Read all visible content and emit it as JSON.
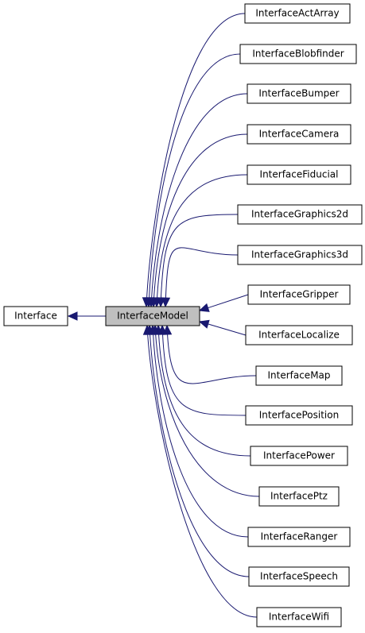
{
  "diagram": {
    "root": "Interface",
    "center": "InterfaceModel",
    "children": [
      "InterfaceActArray",
      "InterfaceBlobfinder",
      "InterfaceBumper",
      "InterfaceCamera",
      "InterfaceFiducial",
      "InterfaceGraphics2d",
      "InterfaceGraphics3d",
      "InterfaceGripper",
      "InterfaceLocalize",
      "InterfaceMap",
      "InterfacePosition",
      "InterfacePower",
      "InterfacePtz",
      "InterfaceRanger",
      "InterfaceSpeech",
      "InterfaceWifi"
    ],
    "colors": {
      "edge": "#191970",
      "node_border": "#000000",
      "center_fill": "#bfbfbf",
      "node_fill": "#ffffff"
    }
  }
}
